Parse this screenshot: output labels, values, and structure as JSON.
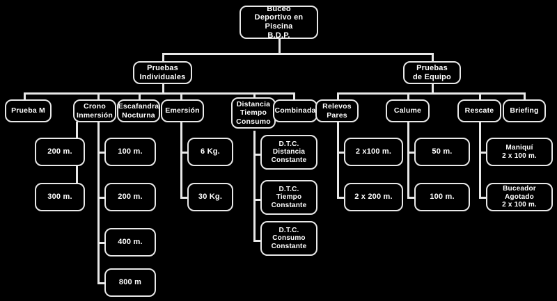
{
  "diagram": {
    "title": "Buceo Deportivo en Piscina B.D.P.",
    "type": "organizational-tree",
    "background_color": "#000000",
    "node_border_color": "#e8e8e8",
    "text_color": "#ffffff"
  },
  "root": {
    "label": "Buceo\nDeportivo en Piscina\nB.D.P."
  },
  "level2": [
    {
      "label": "Pruebas\nIndividuales"
    },
    {
      "label": "Pruebas\nde Equipo"
    }
  ],
  "categories": [
    {
      "label": "Prueba M"
    },
    {
      "label": "Crono\nInmersión"
    },
    {
      "label": "Escafandra\nNocturna"
    },
    {
      "label": "Emersión"
    },
    {
      "label": "Distancia\nTiempo\nConsumo"
    },
    {
      "label": "Combinada"
    },
    {
      "label": "Relevos\nPares"
    },
    {
      "label": "Calume"
    },
    {
      "label": "Rescate"
    },
    {
      "label": "Briefing"
    }
  ],
  "leaves": {
    "prueba_m": [
      {
        "label": "200 m."
      },
      {
        "label": "300 m."
      }
    ],
    "crono_inmersion": [
      {
        "label": "100 m."
      },
      {
        "label": "200 m."
      },
      {
        "label": "400 m."
      },
      {
        "label": "800 m"
      }
    ],
    "emersion": [
      {
        "label": "6 Kg."
      },
      {
        "label": "30 Kg."
      }
    ],
    "distancia_tiempo_consumo": [
      {
        "label": "D.T.C.\nDistancia\nConstante"
      },
      {
        "label": "D.T.C.\nTiempo\nConstante"
      },
      {
        "label": "D.T.C.\nConsumo\nConstante"
      }
    ],
    "relevos_pares": [
      {
        "label": "2 x100 m."
      },
      {
        "label": "2 x 200 m."
      }
    ],
    "calume": [
      {
        "label": "50 m."
      },
      {
        "label": "100 m."
      }
    ],
    "rescate": [
      {
        "label": "Maniquí\n2 x 100 m."
      },
      {
        "label": "Buceador Agotado\n2 x 100 m."
      }
    ]
  }
}
